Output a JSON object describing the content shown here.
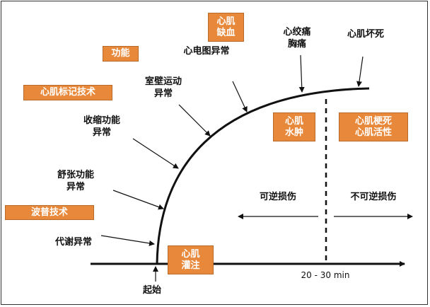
{
  "diagram": {
    "colors": {
      "box_fill": "#E8883A",
      "line": "#111111"
    },
    "boxes": {
      "ischemia": "心肌\n缺血",
      "function": "功能",
      "marker_tech": "心肌标记技术",
      "doppler_tech": "波普技术",
      "perfusion": "心肌\n灌注",
      "edema": "心肌\n水肿",
      "infarct_viability": "心肌梗死\n心肌活性"
    },
    "labels": {
      "ecg_abnormal": "心电图异常",
      "angina": "心绞痛\n胸痛",
      "necrosis": "心肌坏死",
      "wall_motion": "室壁运动\n异常",
      "systolic": "收缩功能\n异常",
      "diastolic": "舒张功能\n异常",
      "metabolic": "代谢异常",
      "onset": "起始",
      "reversible": "可逆损伤",
      "irreversible": "不可逆损伤",
      "time": "20 - 30 min"
    }
  }
}
